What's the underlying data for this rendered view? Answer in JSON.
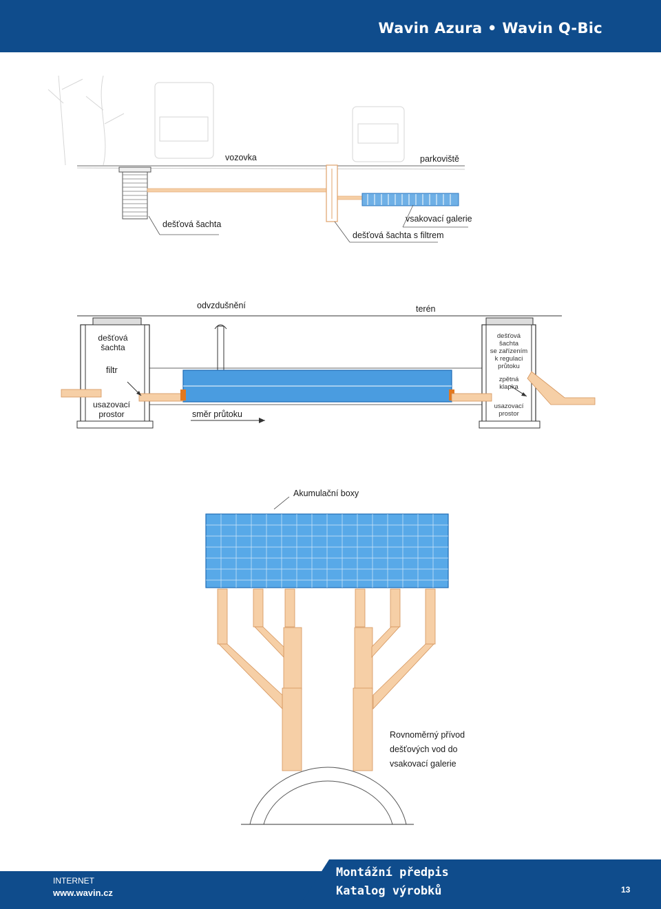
{
  "header": {
    "title": "Wavin Azura • Wavin Q-Bic"
  },
  "diagram1": {
    "labels": {
      "road": "vozovka",
      "parking": "parkoviště",
      "shaft": "dešťová šachta",
      "gallery": "vsakovací galerie",
      "shaft_filter": "dešťová šachta s filtrem"
    }
  },
  "diagram2": {
    "labels": {
      "vent": "odvzdušnění",
      "terrain": "terén",
      "left_shaft": "dešťová\nšachta",
      "filter": "filtr",
      "left_settling": "usazovací\nprostor",
      "flow_dir": "směr průtoku",
      "right_shaft": "dešťová\nšachta\nse zařízením\nk regulaci\nprůtoku",
      "check_valve": "zpětná\nklapka",
      "right_settling": "usazovací\nprostor"
    }
  },
  "diagram3": {
    "labels": {
      "boxes": "Akumulační boxy",
      "even_supply": "Rovnoměrný přívod\ndešťových vod do\nvsakovací galerie"
    }
  },
  "footer": {
    "internet": "INTERNET",
    "url": "www.wavin.cz",
    "line1": "Montážní předpis",
    "line2": "Katalog výrobků",
    "page": "13"
  },
  "colors": {
    "brand_blue": "#0f4c8c",
    "pipe_orange": "#f2b98a",
    "box_blue": "#3a8fd6"
  }
}
